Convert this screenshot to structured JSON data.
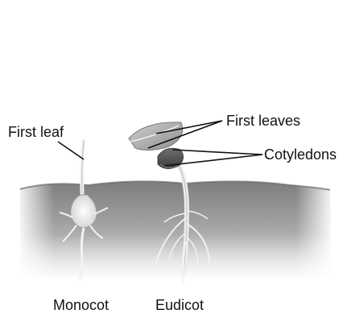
{
  "labels": {
    "first_leaf": "First leaf",
    "first_leaves": "First leaves",
    "cotyledons": "Cotyledons",
    "monocot": "Monocot",
    "eudicot": "Eudicot"
  },
  "colors": {
    "soil": "#8a8a8a",
    "soil_light": "#bdbdbd",
    "plant": "#e8e8e8",
    "leader_line": "#111111",
    "text": "#111111"
  }
}
